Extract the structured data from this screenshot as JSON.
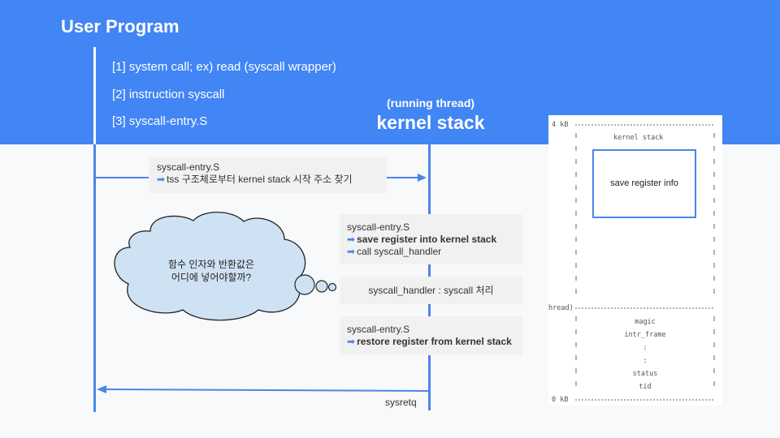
{
  "header": {
    "title": "User Program",
    "steps": [
      "[1] system call; ex) read (syscall wrapper)",
      "[2] instruction syscall",
      "[3] syscall-entry.S"
    ],
    "running_thread": "(running thread)",
    "kernel_stack": "kernel stack"
  },
  "boxes": {
    "tss": {
      "line1": "syscall-entry.S",
      "line2": "tss 구조체로부터 kernel stack 시작 주소 찾기"
    },
    "save": {
      "line1": "syscall-entry.S",
      "line2": "save register into kernel stack",
      "line3": "call syscall_handler"
    },
    "handler": {
      "text": "syscall_handler : syscall 처리"
    },
    "restore": {
      "line1": "syscall-entry.S",
      "line2": "restore register from  kernel stack"
    },
    "sysretq": "sysretq"
  },
  "cloud": {
    "line1": "함수 인자와 반환값은",
    "line2": "어디에 넣어야할까?"
  },
  "stack_diagram": {
    "top_label": "4 kB",
    "bottom_label": "0 kB",
    "mid_label": "hread)",
    "kernel_stack_label": "kernel stack",
    "save_box": "save register info",
    "fields": [
      "magic",
      "intr_frame",
      ":",
      ":",
      "status",
      "tid"
    ]
  },
  "colors": {
    "band": "#4285f4",
    "line": "#4a86e8",
    "box": "#f1f1f1"
  }
}
